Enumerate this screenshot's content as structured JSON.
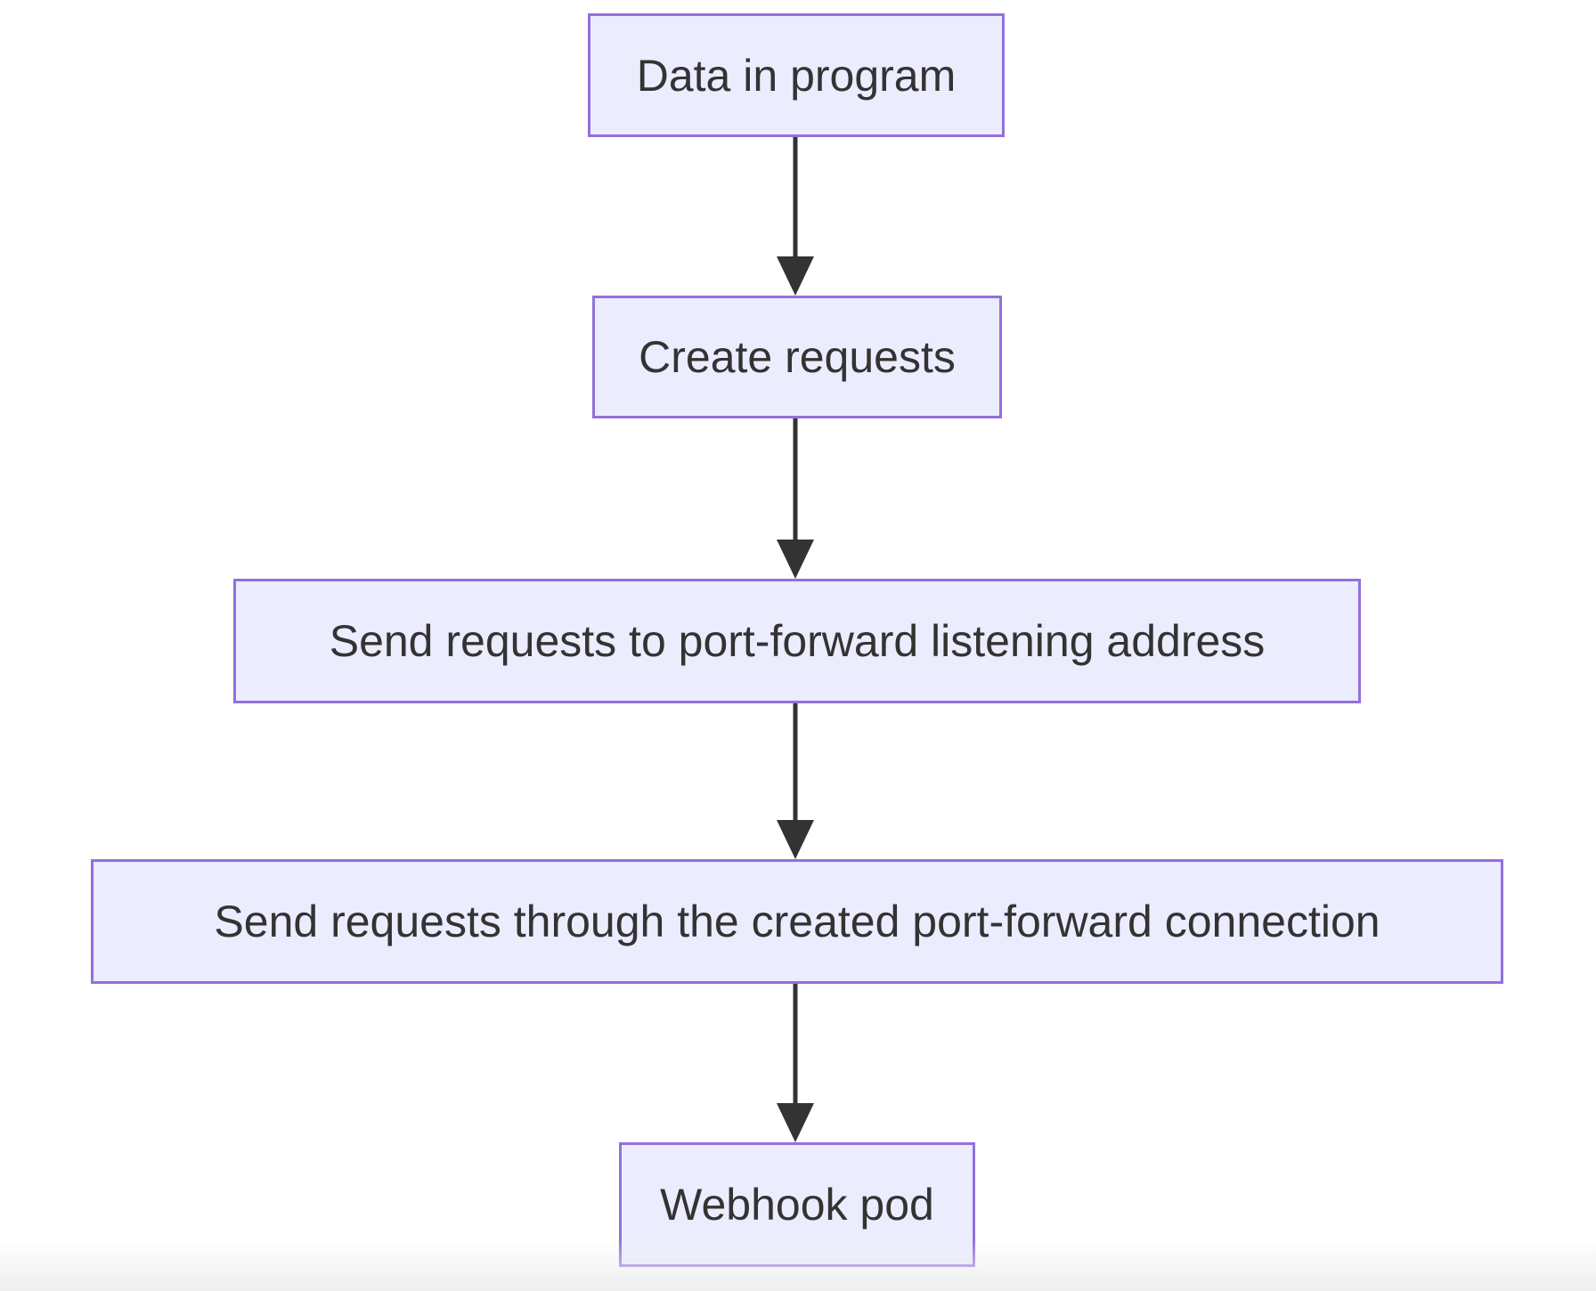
{
  "diagram": {
    "type": "flowchart",
    "direction": "top-down",
    "nodes": [
      {
        "id": "step-1",
        "label": "Data in program"
      },
      {
        "id": "step-2",
        "label": "Create requests"
      },
      {
        "id": "step-3",
        "label": "Send requests to port-forward listening address"
      },
      {
        "id": "step-4",
        "label": "Send requests through the created port-forward connection"
      },
      {
        "id": "step-5",
        "label": "Webhook pod"
      }
    ],
    "edges": [
      {
        "from": "step-1",
        "to": "step-2"
      },
      {
        "from": "step-2",
        "to": "step-3"
      },
      {
        "from": "step-3",
        "to": "step-4"
      },
      {
        "from": "step-4",
        "to": "step-5"
      }
    ],
    "colors": {
      "node_fill": "#ECECFF",
      "node_border": "#9370DB",
      "text": "#333333",
      "arrow": "#333333",
      "background": "#FFFFFF"
    }
  }
}
